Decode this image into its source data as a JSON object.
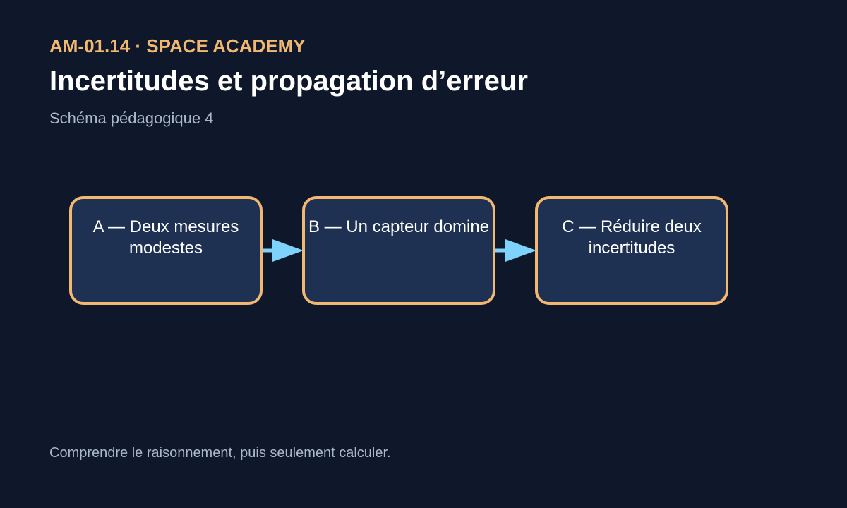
{
  "header": {
    "kicker": "AM-01.14 · SPACE ACADEMY",
    "title": "Incertitudes et propagation d’erreur",
    "subtitle": "Schéma pédagogique 4"
  },
  "diagram": {
    "nodes": [
      {
        "label": "A — Deux mesures modestes"
      },
      {
        "label": "B — Un capteur domine"
      },
      {
        "label": "C — Réduire deux incertitudes"
      }
    ],
    "colors": {
      "background": "#0f172a",
      "node_fill": "#1f3152",
      "node_border": "#f2b872",
      "arrow": "#7dd3fc"
    }
  },
  "footer": {
    "text": "Comprendre le raisonnement, puis seulement calculer."
  }
}
